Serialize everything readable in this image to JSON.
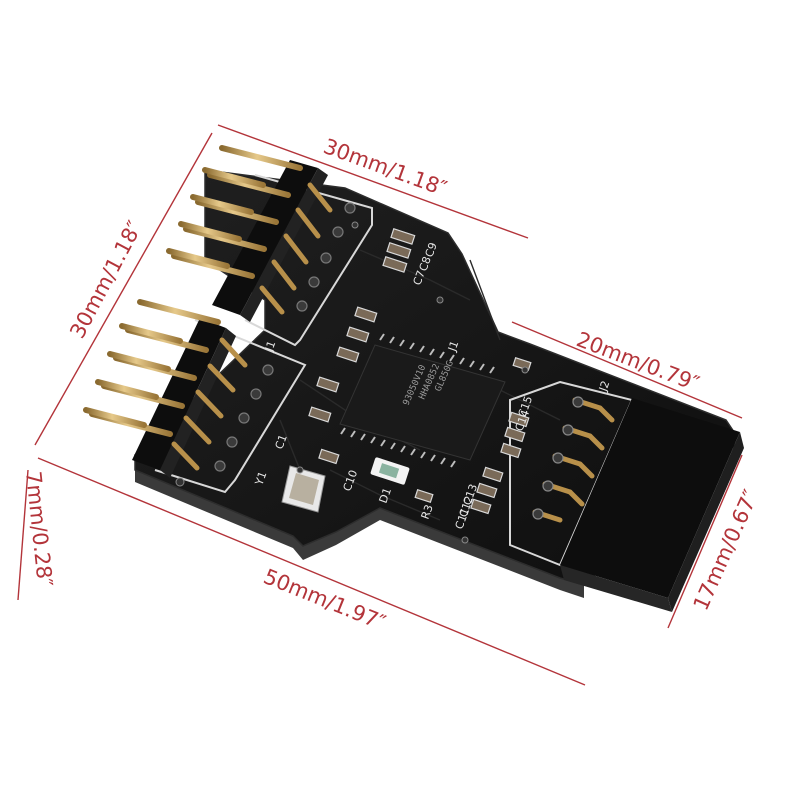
{
  "dimensions": {
    "top_width": "30mm/1.18″",
    "left_height": "30mm/1.18″",
    "right_width": "20mm/0.79″",
    "bottom_length": "50mm/1.97″",
    "thickness": "7mm/0.28″",
    "right_height": "17mm/0.67″"
  },
  "board": {
    "silkscreen": {
      "c9": "C9",
      "c8": "C8",
      "c7": "C7",
      "j1": "J1",
      "j1b": "J1",
      "j2": "J2",
      "c1": "C1",
      "y1": "Y1",
      "c10": "C10",
      "d1": "D1",
      "r3": "R3",
      "c15": "C15",
      "c14": "C14",
      "c13": "C13",
      "c12": "C12",
      "c11": "C11"
    },
    "chip_marking": [
      "GL850G",
      "HHA0852",
      "93050V10"
    ]
  },
  "colors": {
    "pcb": "#151515",
    "dimension_line": "#b3343a",
    "pin_gold": "#c9a45c",
    "header_plastic": "#0d0d0d"
  }
}
